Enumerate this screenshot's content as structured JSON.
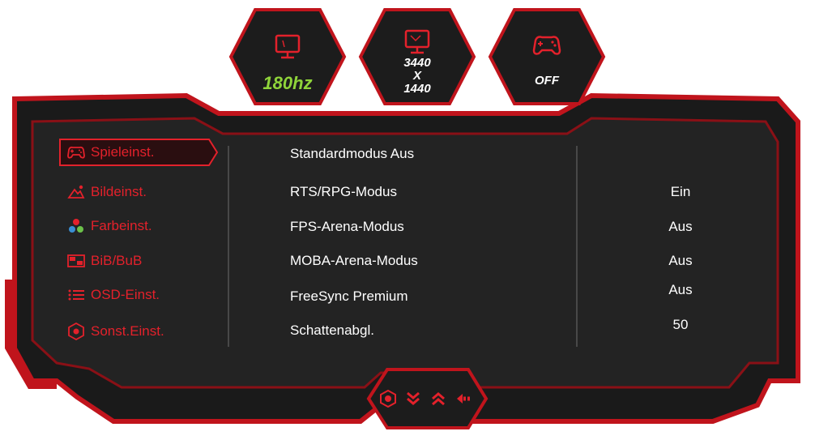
{
  "status_hexes": {
    "refresh": {
      "icon": "monitor-icon",
      "value": "180hz",
      "color": "#8fd43a"
    },
    "resolution": {
      "icon": "monitor-resolution-icon",
      "lines": [
        "3440",
        "X",
        "1440"
      ]
    },
    "game_mode": {
      "icon": "gamepad-icon",
      "value": "OFF"
    }
  },
  "sidebar": {
    "items": [
      {
        "label": "Spieleinst.",
        "icon": "gamepad-icon",
        "active": true
      },
      {
        "label": "Bildeinst.",
        "icon": "image-adjust-icon"
      },
      {
        "label": "Farbeinst.",
        "icon": "color-circles-icon"
      },
      {
        "label": "BiB/BuB",
        "icon": "pip-icon"
      },
      {
        "label": "OSD-Einst.",
        "icon": "list-icon"
      },
      {
        "label": "Sonst.Einst.",
        "icon": "settings-hex-icon"
      }
    ]
  },
  "options": {
    "items": [
      {
        "label": "Standardmodus Aus",
        "value": ""
      },
      {
        "label": "RTS/RPG-Modus",
        "value": "Ein"
      },
      {
        "label": "FPS-Arena-Modus",
        "value": "Aus"
      },
      {
        "label": "MOBA-Arena-Modus",
        "value": "Aus"
      },
      {
        "label": "FreeSync Premium",
        "value": "Aus"
      },
      {
        "label": "Schattenabgl.",
        "value": "50"
      }
    ]
  },
  "nav_buttons": [
    "confirm-icon",
    "down-icon",
    "up-icon",
    "back-icon"
  ],
  "colors": {
    "accent": "#e3212b",
    "panel": "#232323",
    "frame_dark": "#1a1a1a",
    "refresh_green": "#8fd43a"
  }
}
